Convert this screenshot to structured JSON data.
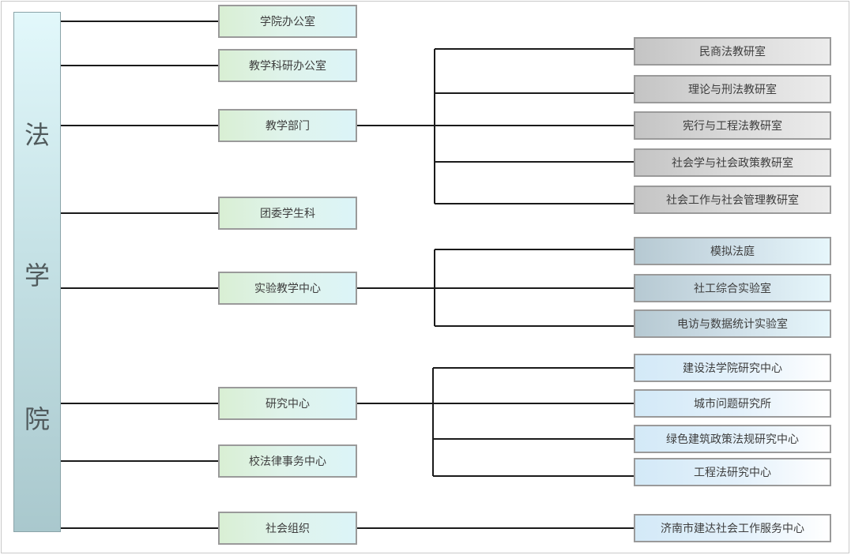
{
  "root": {
    "chars": [
      "法",
      "学",
      "院"
    ]
  },
  "level1": [
    "学院办公室",
    "教学科研办公室",
    "教学部门",
    "团委学生科",
    "实验教学中心",
    "研究中心",
    "校法律事务中心",
    "社会组织"
  ],
  "teaching_depts": [
    "民商法教研室",
    "理论与刑法教研室",
    "宪行与工程法教研室",
    "社会学与社会政策教研室",
    "社会工作与社会管理教研室"
  ],
  "labs": [
    "模拟法庭",
    "社工综合实验室",
    "电访与数据统计实验室"
  ],
  "research": [
    "建设法学院研究中心",
    "城市问题研究所",
    "绿色建筑政策法规研究中心",
    "工程法研究中心"
  ],
  "organizations": [
    "济南市建达社会工作服务中心"
  ],
  "colors": {
    "line": "#1a1a1a",
    "box_border": "#9a9a9a",
    "text": "#3e3e3e"
  }
}
